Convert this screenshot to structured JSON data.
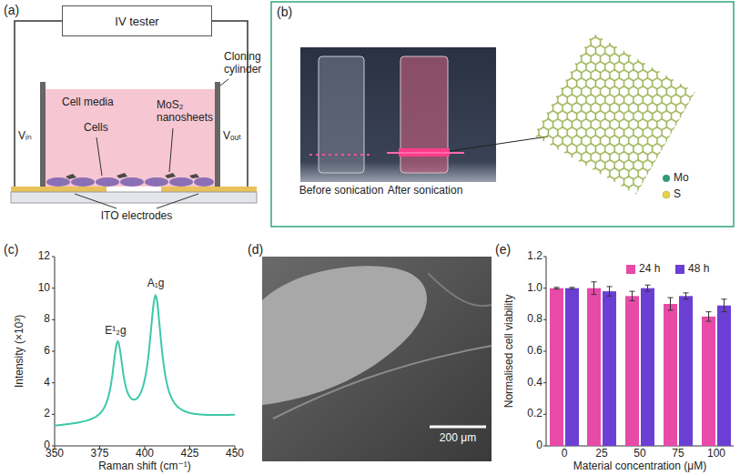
{
  "diagram": {
    "nodes": [
      {
        "text": [
          "IV tester"
        ]
      }
    ],
    "labels": [
      "(a)",
      "Cloning cylinder",
      "Cell media",
      "Cells",
      "MoS₂ nanosheets",
      "Vᵢₙ",
      "Vₒᵤₜ",
      "ITO electrodes",
      "(b)",
      "Before sonication",
      "After sonication",
      "Mo",
      "S",
      "(c)",
      "12",
      "10",
      "8",
      "6",
      "4",
      "2",
      "0",
      "Intensity (×10³)",
      "E¹₂g",
      "A₁g",
      "350",
      "375",
      "400",
      "425",
      "450",
      "Raman shift (cm⁻¹)",
      "(d)",
      "200 μm",
      "(e)",
      "1.2",
      "1.0",
      "0.8",
      "0.6",
      "0.4",
      "0.2",
      "0",
      "Normalised cell viability",
      "0",
      "25",
      "50",
      "75",
      "100",
      "Material concentration (μM)"
    ],
    "legend": [
      {
        "text": "24 h",
        "color": "#e84aa8"
      },
      {
        "text": "48 h",
        "color": "#6b3fd4"
      }
    ]
  }
}
